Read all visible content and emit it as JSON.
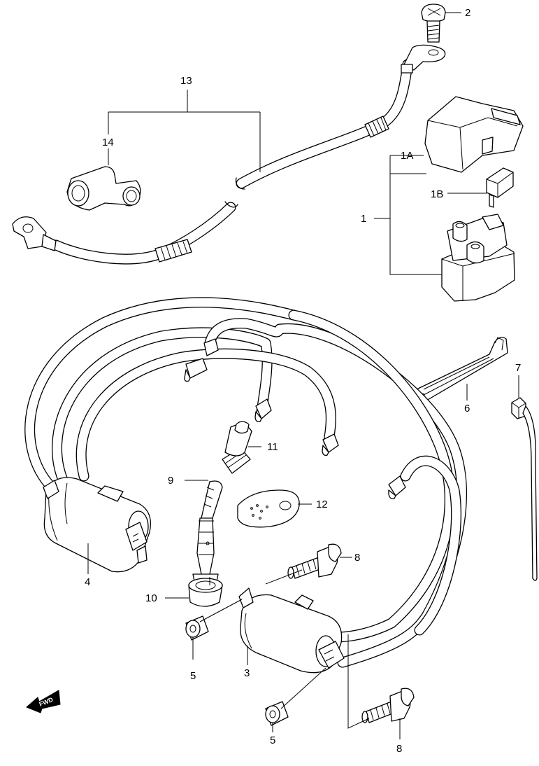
{
  "parts": [
    {
      "key": "p1",
      "label": "1"
    },
    {
      "key": "p1a",
      "label": "1A"
    },
    {
      "key": "p1b",
      "label": "1B"
    },
    {
      "key": "p2",
      "label": "2"
    },
    {
      "key": "p3",
      "label": "3"
    },
    {
      "key": "p4",
      "label": "4"
    },
    {
      "key": "p5a",
      "label": "5"
    },
    {
      "key": "p5b",
      "label": "5"
    },
    {
      "key": "p6",
      "label": "6"
    },
    {
      "key": "p7",
      "label": "7"
    },
    {
      "key": "p8a",
      "label": "8"
    },
    {
      "key": "p8b",
      "label": "8"
    },
    {
      "key": "p9",
      "label": "9"
    },
    {
      "key": "p10",
      "label": "10"
    },
    {
      "key": "p11",
      "label": "11"
    },
    {
      "key": "p12",
      "label": "12"
    },
    {
      "key": "p13",
      "label": "13"
    },
    {
      "key": "p14",
      "label": "14"
    }
  ],
  "fwd_label": "FWD"
}
